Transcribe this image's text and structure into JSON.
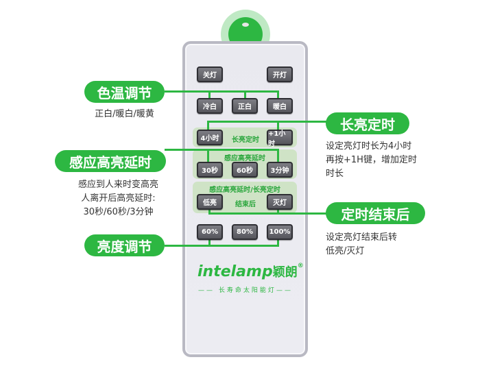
{
  "remote": {
    "buttons": {
      "off": "关灯",
      "on": "开灯",
      "cold_white": "冷白",
      "neutral_white": "正白",
      "warm_white": "暖白",
      "h4": "4小时",
      "plus1h": "+1小时",
      "s30": "30秒",
      "s60": "60秒",
      "m3": "3分钟",
      "low": "低亮",
      "lights_off": "灭灯",
      "p60": "60%",
      "p80": "80%",
      "p100": "100%"
    },
    "panels": {
      "timer": "长亮定时",
      "delay": "感应高亮延时",
      "after": "感应高亮延时/长亮定时",
      "after_sub": "结束后"
    },
    "logo": {
      "text": "intelamp",
      "cn": "颖朗",
      "reg": "®",
      "tagline": "长寿命太阳能灯"
    }
  },
  "callouts": {
    "color_temp": {
      "title": "色温调节",
      "desc": [
        "正白/暖白/暖黄"
      ]
    },
    "timer": {
      "title": "长亮定时",
      "desc": [
        "设定亮灯时长为4小时",
        "再按+1H键，增加定时",
        "时长"
      ]
    },
    "delay": {
      "title": "感应高亮延时",
      "desc": [
        "感应到人来时变高亮",
        "人离开后高亮延时:",
        "30秒/60秒/3分钟"
      ]
    },
    "after": {
      "title": "定时结束后",
      "desc": [
        "设定亮灯结束后转",
        "低亮/灭灯"
      ]
    },
    "brightness": {
      "title": "亮度调节"
    }
  },
  "colors": {
    "accent": "#2db742",
    "panel": "#cfe3c6",
    "button": "#5f5f66"
  }
}
